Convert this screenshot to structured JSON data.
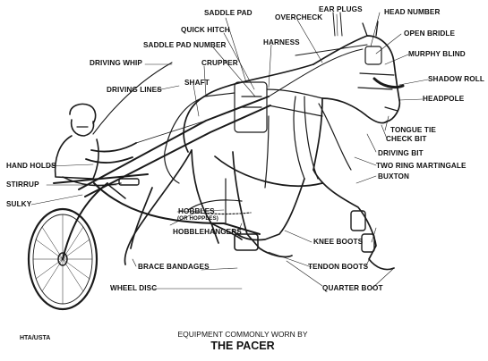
{
  "credit": "HTA/USTA",
  "caption": {
    "line1": "EQUIPMENT COMMONLY WORN BY",
    "line2": "THE PACER"
  },
  "labels": {
    "saddle_pad": "SADDLE PAD",
    "overcheck": "OVERCHECK",
    "ear_plugs": "EAR PLUGS",
    "head_number": "HEAD NUMBER",
    "quick_hitch": "QUICK HITCH",
    "open_bridle": "OPEN BRIDLE",
    "harness": "HARNESS",
    "saddle_pad_number": "SADDLE PAD NUMBER",
    "murphy_blind": "MURPHY BLIND",
    "driving_whip": "DRIVING WHIP",
    "crupper": "CRUPPER",
    "shadow_roll": "SHADOW ROLL",
    "driving_lines": "DRIVING LINES",
    "shaft": "SHAFT",
    "headpole": "HEADPOLE",
    "tongue_tie": "TONGUE TIE",
    "check_bit": "CHECK BIT",
    "driving_bit": "DRIVING BIT",
    "two_ring_martingale": "TWO RING MARTINGALE",
    "hand_holds": "HAND HOLDS",
    "buxton": "BUXTON",
    "stirrup": "STIRRUP",
    "sulky": "SULKY",
    "hobbles": "HOBBLES",
    "hobbles_sub": "(OR HOPPLES)",
    "hobblehangers": "HOBBLEHANGERS",
    "knee_boots": "KNEE BOOTS",
    "brace_bandages": "BRACE BANDAGES",
    "tendon_boots": "TENDON BOOTS",
    "wheel_disc": "WHEEL DISC",
    "quarter_boot": "QUARTER BOOT"
  }
}
